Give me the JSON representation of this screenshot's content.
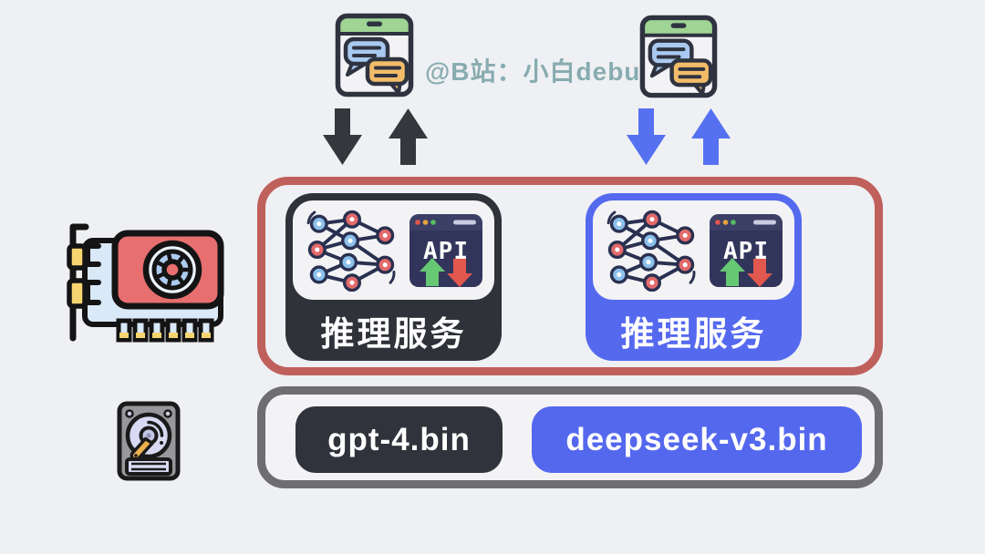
{
  "watermark": {
    "text": "@B站：小白debug",
    "color": "#88ACB0"
  },
  "client_layer": {
    "windows": [
      {
        "icon": "chat-window"
      },
      {
        "icon": "chat-window"
      }
    ],
    "traffic_arrows": [
      {
        "direction": "down",
        "color": "#35373C"
      },
      {
        "direction": "up",
        "color": "#35373C"
      },
      {
        "direction": "down",
        "color": "#5571F1"
      },
      {
        "direction": "up",
        "color": "#5571F1"
      }
    ]
  },
  "gpu_layer": {
    "icon": "gpu-card",
    "border_color": "#BF605C",
    "services": [
      {
        "label": "推理服务",
        "api_text": "API",
        "theme": "#2F3239"
      },
      {
        "label": "推理服务",
        "api_text": "API",
        "theme": "#5569EF"
      }
    ]
  },
  "storage_layer": {
    "icon": "hard-disk",
    "border_color": "#6E6E71",
    "files": [
      {
        "name": "gpt-4.bin",
        "color": "#30333B"
      },
      {
        "name": "deepseek-v3.bin",
        "color": "#5468EE"
      }
    ]
  }
}
